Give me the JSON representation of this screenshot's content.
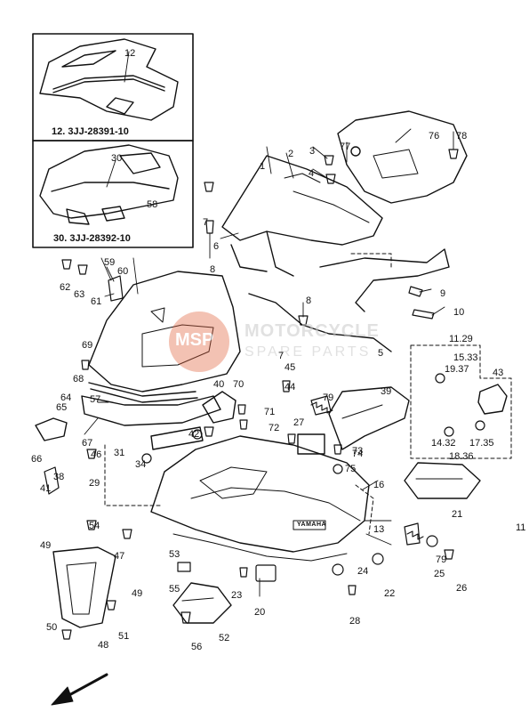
{
  "insets": {
    "top_part": "12",
    "top_caption": "12. 3JJ-28391-10",
    "bottom_part": "30",
    "bottom_caption": "30. 3JJ-28392-10"
  },
  "watermark": {
    "logo_text": "MSP",
    "line1": "MOTORCYCLE",
    "line2": "SPARE PARTS"
  },
  "cowling_badge": "YAMAHA",
  "part_labels": [
    "1",
    "2",
    "3",
    "4",
    "5",
    "6",
    "7",
    "7",
    "8",
    "8",
    "9",
    "10",
    "11",
    "11.29",
    "12",
    "13",
    "14.32",
    "15.33",
    "16",
    "17.35",
    "18.36",
    "19.37",
    "20",
    "21",
    "22",
    "23",
    "24",
    "25",
    "26",
    "27",
    "28",
    "29",
    "30",
    "31",
    "34",
    "38",
    "39",
    "40",
    "41",
    "42",
    "43",
    "44",
    "45",
    "46",
    "47",
    "48",
    "49",
    "49",
    "50",
    "51",
    "52",
    "53",
    "54",
    "55",
    "56",
    "57",
    "58",
    "59",
    "60",
    "61",
    "62",
    "63",
    "64",
    "65",
    "66",
    "67",
    "68",
    "69",
    "70",
    "71",
    "72",
    "73",
    "74",
    "75",
    "76",
    "77",
    "78",
    "79",
    "79"
  ],
  "colors": {
    "line": "#111111",
    "watermark": "#e0603a",
    "watermark_text": "#c9c9c9"
  }
}
